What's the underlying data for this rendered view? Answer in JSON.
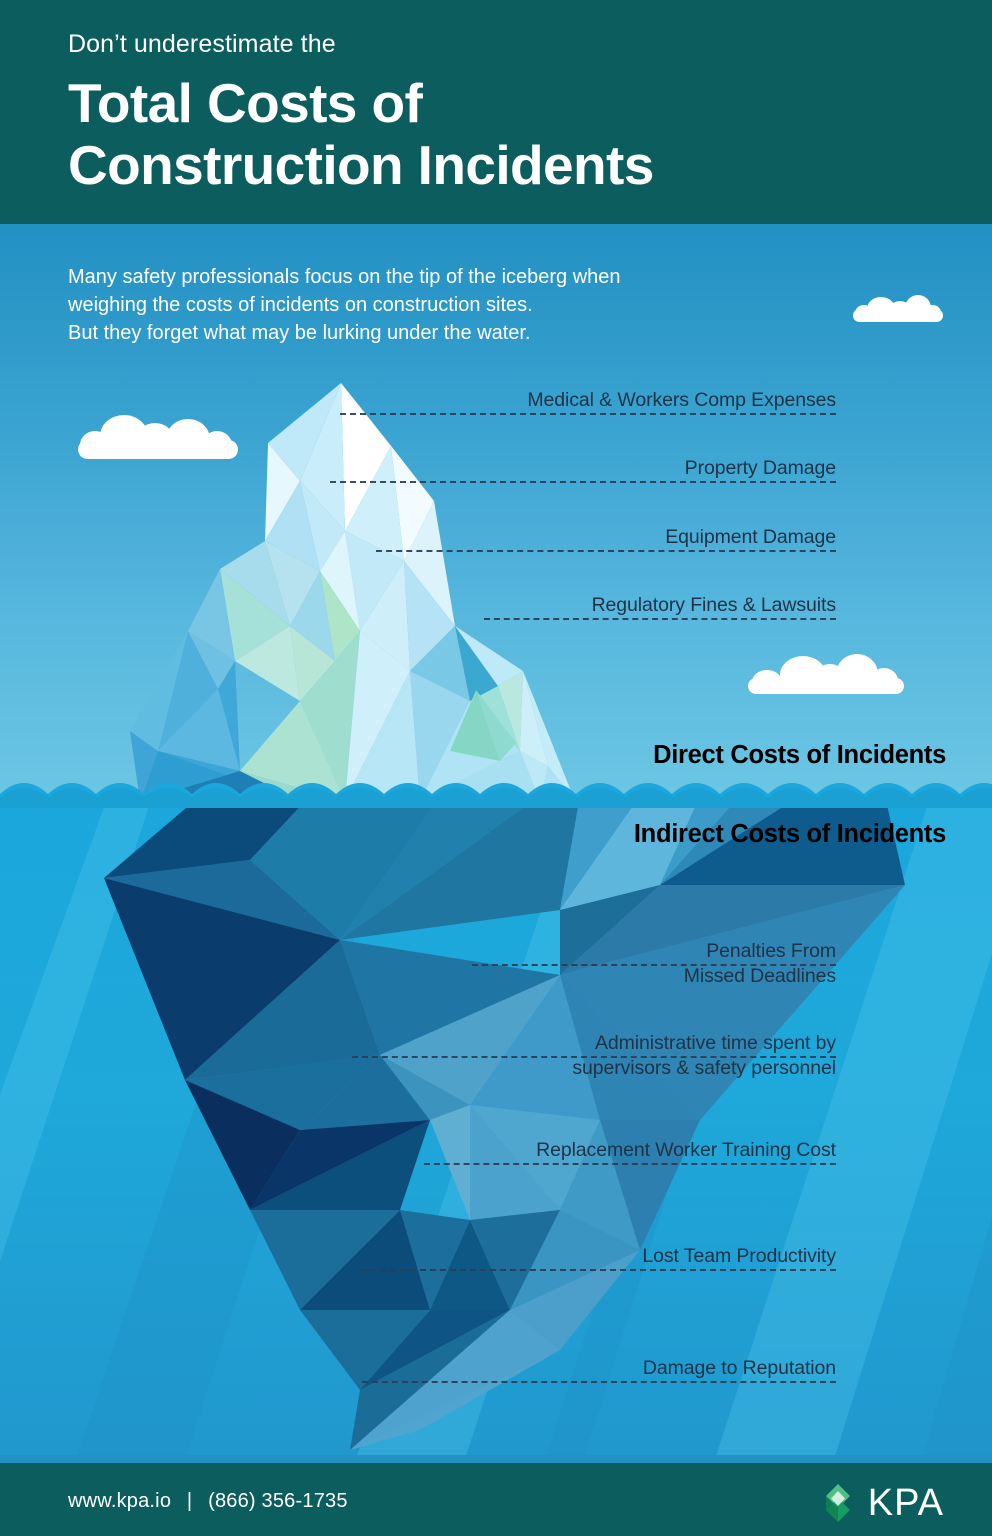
{
  "header": {
    "kicker": "Don’t underestimate the",
    "title": "Total Costs of\nConstruction Incidents",
    "bg_color": "#0B5D5E",
    "rule_color": "#2391C3"
  },
  "intro": {
    "text": "Many safety professionals focus on the tip of the iceberg when\nweighing the costs of incidents on construction sites.\nBut they forget what may be lurking under the water."
  },
  "sections": {
    "direct": "Direct Costs of Incidents",
    "indirect": "Indirect Costs of Incidents"
  },
  "direct_costs": [
    {
      "label": "Medical & Workers Comp Expenses"
    },
    {
      "label": "Property Damage"
    },
    {
      "label": "Equipment Damage"
    },
    {
      "label": "Regulatory Fines & Lawsuits"
    }
  ],
  "indirect_costs": [
    {
      "label": "Penalties From\nMissed Deadlines"
    },
    {
      "label": "Administrative time spent by\nsupervisors & safety personnel"
    },
    {
      "label": "Replacement Worker Training Cost"
    },
    {
      "label": "Lost Team Productivity"
    },
    {
      "label": "Damage to Reputation"
    }
  ],
  "footer": {
    "website": "www.kpa.io",
    "separator": "|",
    "phone": "(866) 356-1735",
    "logo_text": "KPA"
  },
  "colors": {
    "header_teal": "#0B5D5E",
    "accent_blue": "#2391C3",
    "sky_top": "#2391C3",
    "sky_bottom": "#6CC6E4",
    "water": "#1BA7DC",
    "label_text": "#1F3347",
    "logo_green_light": "#5DC48E",
    "logo_green_dark": "#1C7A55"
  },
  "icons": {
    "cloud": "cloud-icon",
    "wave": "wave-icon",
    "iceberg": "iceberg-icon",
    "logo_diamond": "kpa-diamond-logo-icon"
  }
}
